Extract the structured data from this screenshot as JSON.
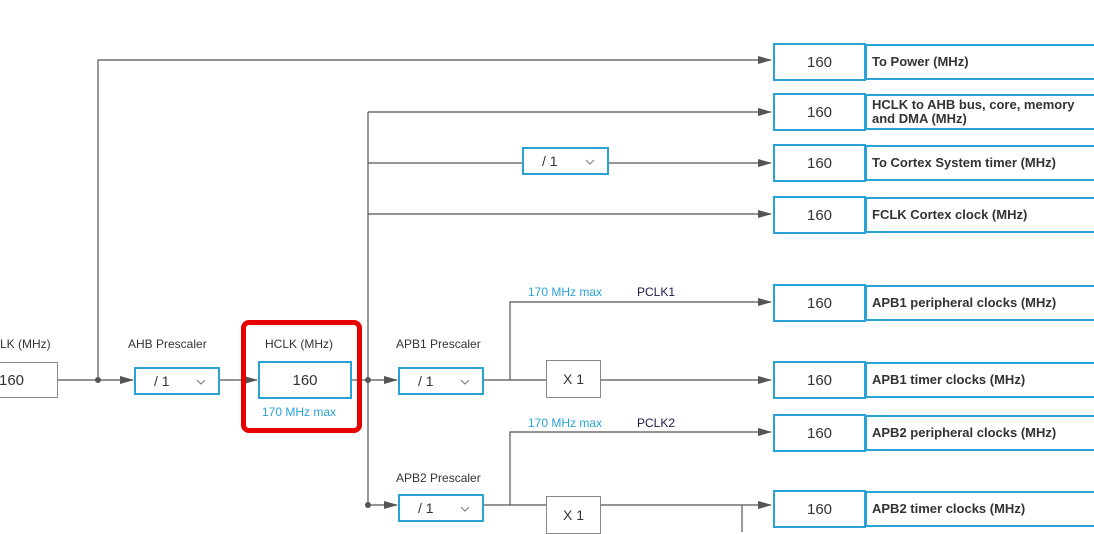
{
  "source": {
    "label": "LK (MHz)",
    "value": "160"
  },
  "ahb": {
    "label": "AHB Prescaler",
    "selected": "/ 1"
  },
  "hclk": {
    "label": "HCLK (MHz)",
    "value": "160",
    "max_note": "170 MHz max"
  },
  "apb1": {
    "label": "APB1 Prescaler",
    "selected": "/ 1",
    "max_note": "170 MHz max",
    "pclk_label": "PCLK1",
    "multiplier": "X 1"
  },
  "apb2": {
    "label": "APB2 Prescaler",
    "selected": "/ 1",
    "max_note": "170 MHz max",
    "pclk_label": "PCLK2",
    "multiplier": "X 1"
  },
  "systick": {
    "selected": "/ 1"
  },
  "outputs": [
    {
      "value": "160",
      "label": "To Power (MHz)"
    },
    {
      "value": "160",
      "label": "HCLK to AHB bus, core, memory and DMA (MHz)"
    },
    {
      "value": "160",
      "label": "To Cortex System timer (MHz)"
    },
    {
      "value": "160",
      "label": "FCLK Cortex clock (MHz)"
    },
    {
      "value": "160",
      "label": "APB1 peripheral clocks (MHz)"
    },
    {
      "value": "160",
      "label": "APB1 timer clocks (MHz)"
    },
    {
      "value": "160",
      "label": "APB2 peripheral clocks (MHz)"
    },
    {
      "value": "160",
      "label": "APB2 timer clocks (MHz)"
    }
  ],
  "colors": {
    "accent": "#29a3d6",
    "highlight": "#e60000",
    "wire": "#555555"
  }
}
